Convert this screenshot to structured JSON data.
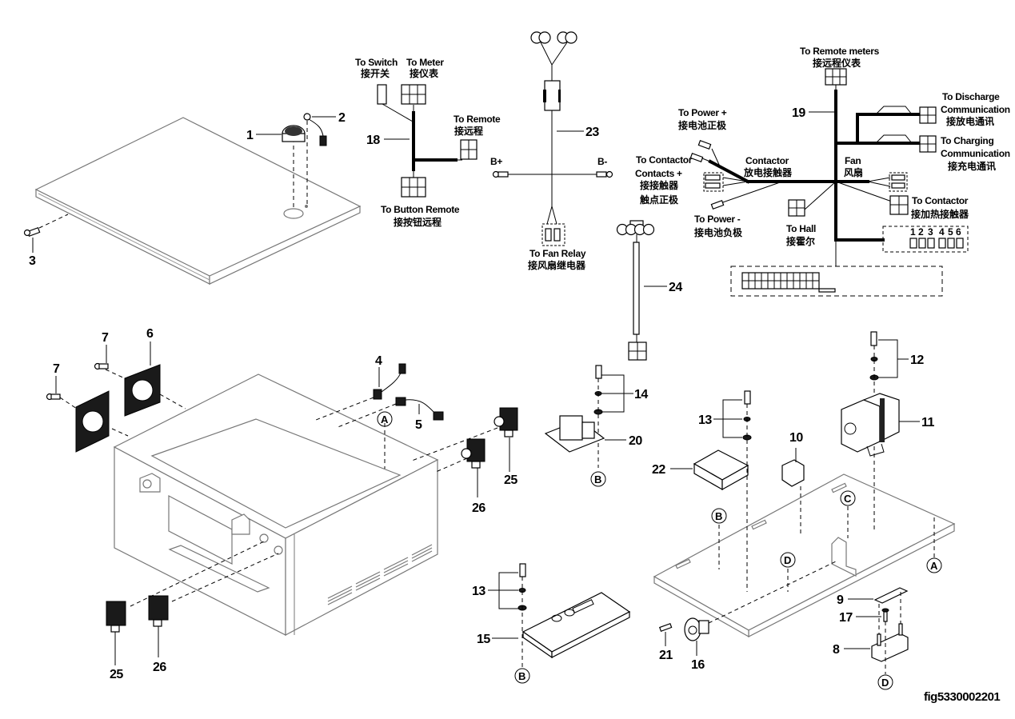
{
  "figure_id": "fig5330002201",
  "callouts": {
    "c1": "1",
    "c2": "2",
    "c3": "3",
    "c4": "4",
    "c5": "5",
    "c6": "6",
    "c7a": "7",
    "c7b": "7",
    "c8": "8",
    "c9": "9",
    "c10": "10",
    "c11": "11",
    "c12": "12",
    "c13a": "13",
    "c13b": "13",
    "c14": "14",
    "c15": "15",
    "c16": "16",
    "c17": "17",
    "c18": "18",
    "c19": "19",
    "c20": "20",
    "c21": "21",
    "c22": "22",
    "c23": "23",
    "c24": "24",
    "c25a": "25",
    "c25b": "25",
    "c26a": "26",
    "c26b": "26"
  },
  "refs": {
    "a1": "A",
    "a2": "A",
    "b1": "B",
    "b2": "B",
    "b3": "B",
    "c1": "C",
    "d1": "D",
    "d2": "D"
  },
  "harness18": {
    "switch_en": "To Switch",
    "switch_cn": "接开关",
    "meter_en": "To Meter",
    "meter_cn": "接仪表",
    "remote_en": "To Remote",
    "remote_cn": "接远程",
    "button_en": "To Button Remote",
    "button_cn": "接按钮远程"
  },
  "harness23": {
    "bplus": "B+",
    "bminus": "B-",
    "fan_relay_en": "To Fan Relay",
    "fan_relay_cn": "接风扇继电器"
  },
  "harness19": {
    "remote_meters_en": "To Remote meters",
    "remote_meters_cn": "接远程仪表",
    "power_plus_en": "To Power +",
    "power_plus_cn": "接电池正极",
    "contactor_contacts_en1": "To Contactor",
    "contactor_contacts_en2": "Contacts +",
    "contactor_contacts_cn1": "接接触器",
    "contactor_contacts_cn2": "触点正极",
    "contactor_en": "Contactor",
    "contactor_cn": "放电接触器",
    "power_minus_en": "To Power -",
    "power_minus_cn": "接电池负极",
    "hall_en": "To Hall",
    "hall_cn": "接霍尔",
    "fan_en": "Fan",
    "fan_cn": "风扇",
    "discharge_en1": "To Discharge",
    "discharge_en2": "Communication",
    "discharge_cn": "接放电通讯",
    "charging_en1": "To Charging",
    "charging_en2": "Communication",
    "charging_cn": "接充电通讯",
    "heat_contactor_en": "To Contactor",
    "heat_contactor_cn": "接加热接触器",
    "pins": [
      "1",
      "2",
      "3",
      "4",
      "5",
      "6"
    ]
  }
}
